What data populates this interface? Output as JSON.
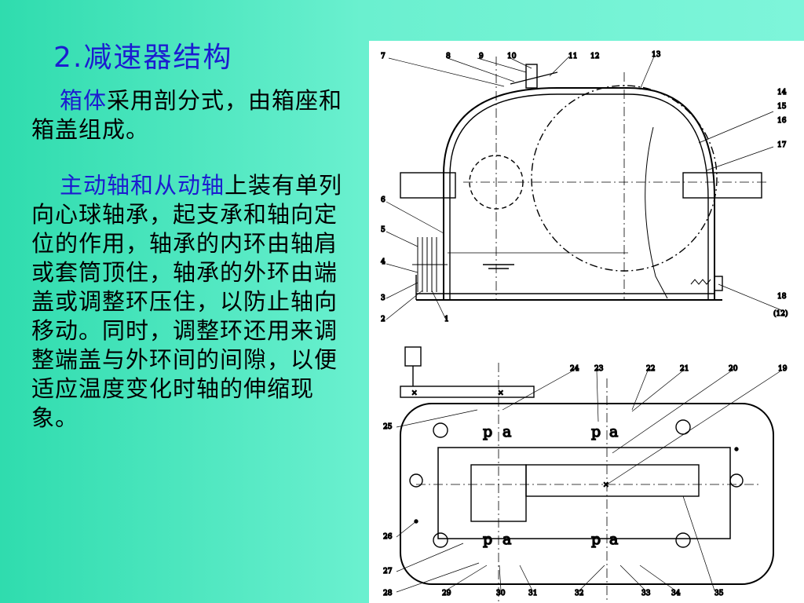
{
  "slide": {
    "title": "2.减速器结构",
    "para1": {
      "highlight": "箱体",
      "rest": "采用剖分式，由箱座和箱盖组成。"
    },
    "para2": {
      "highlight": "主动轴和从动轴",
      "rest": "上装有单列向心球轴承，起支承和轴向定位的作用，轴承的内环由轴肩或套筒顶住，轴承的外环由端盖或调整环压住，以防止轴向移动。同时，调整环还用来调整端盖与外环间的间隙，以便适应温度变化时轴的伸缩现象。"
    }
  },
  "figure": {
    "top_labels": [
      "7",
      "8",
      "9",
      "10",
      "11",
      "12",
      "13",
      "14",
      "15",
      "16",
      "17",
      "6",
      "5",
      "4",
      "3",
      "2",
      "1",
      "18",
      "(12)"
    ],
    "bottom_labels": [
      "24",
      "23",
      "22",
      "21",
      "20",
      "19",
      "25",
      "26",
      "27",
      "28",
      "29",
      "30",
      "31",
      "32",
      "33",
      "34",
      "35"
    ],
    "bearing_marks": [
      "p",
      "a"
    ]
  },
  "colors": {
    "title": "#1c1cd0",
    "highlight": "#1c1cd0",
    "text": "#000000"
  }
}
